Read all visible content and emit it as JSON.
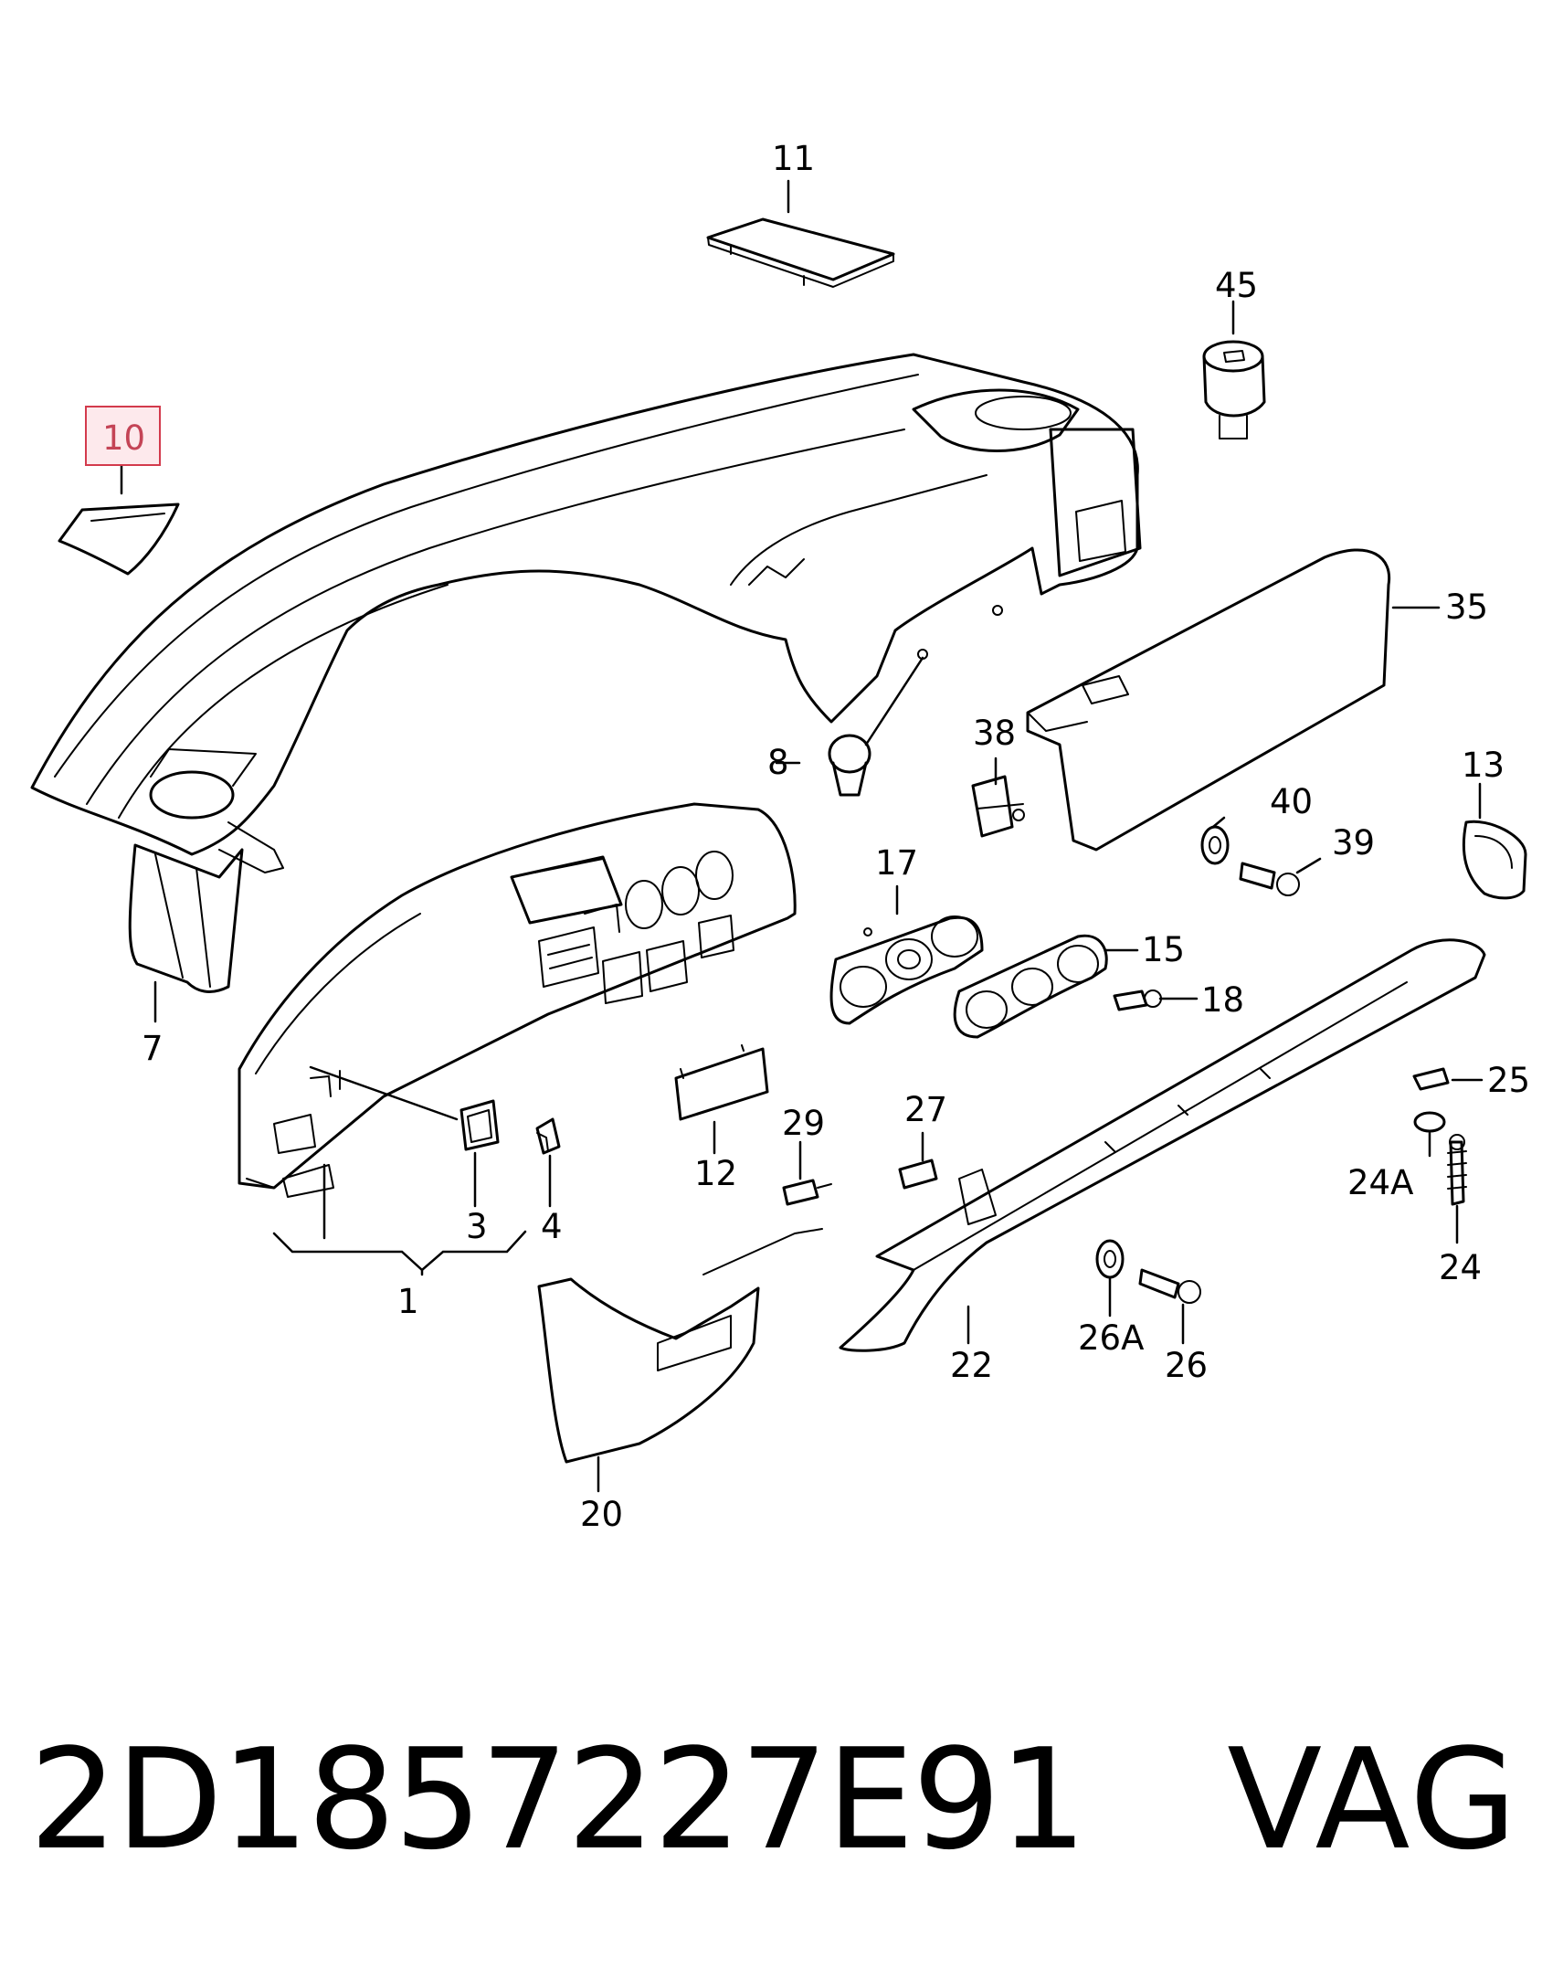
{
  "highlighted_callout": "10",
  "callouts": {
    "c1": "1",
    "c3": "3",
    "c4": "4",
    "c7": "7",
    "c8": "8",
    "c10": "10",
    "c11": "11",
    "c12": "12",
    "c13": "13",
    "c15": "15",
    "c17": "17",
    "c18": "18",
    "c20": "20",
    "c22": "22",
    "c24": "24",
    "c24a": "24A",
    "c25": "25",
    "c26": "26",
    "c26a": "26A",
    "c27": "27",
    "c29": "29",
    "c35": "35",
    "c38": "38",
    "c39": "39",
    "c40": "40",
    "c45": "45"
  },
  "footer": {
    "part_number": "2D1857227E91",
    "brand": "VAG"
  },
  "colors": {
    "highlight_fill": "#fde9ec",
    "highlight_stroke": "#d33a4c",
    "line": "#000000"
  }
}
